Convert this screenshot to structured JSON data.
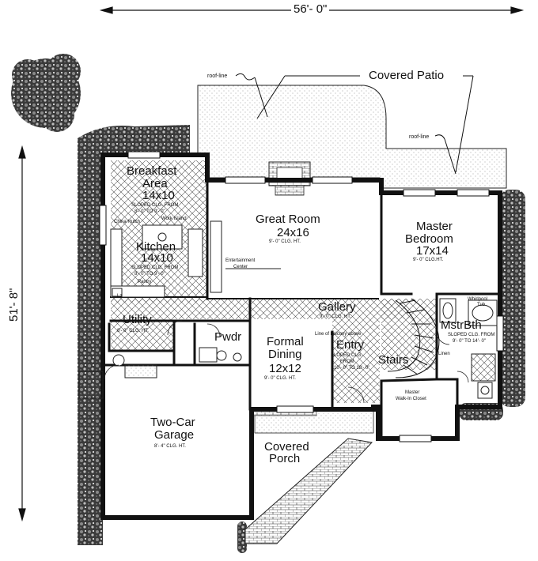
{
  "dimensions": {
    "width": "56'- 0\"",
    "depth": "51'- 8\""
  },
  "notes": {
    "roof_line": "roof-line",
    "covered_patio": "Covered Patio",
    "balcony_line": "Line of balcony above"
  },
  "rooms": {
    "breakfast": {
      "name1": "Breakfast",
      "name2": "Area",
      "size": "14x10",
      "ceiling1": "SLOPED CLG. FROM",
      "ceiling2": "8'- 0\" TO 9'- 0\""
    },
    "kitchen": {
      "name": "Kitchen",
      "size": "14x10",
      "ceiling1": "SLOPED CLG. FROM",
      "ceiling2": "8'- 0\" TO 9'- 0\"",
      "china_hutch": "China Hutch",
      "work_island": "Work Island",
      "pantry": "Pantry",
      "range": "Lz"
    },
    "great_room": {
      "name": "Great Room",
      "size": "24x16",
      "ceiling": "9'- 0\" CLG. HT.",
      "entertainment1": "Entertainment",
      "entertainment2": "Center"
    },
    "master_bedroom": {
      "name1": "Master",
      "name2": "Bedroom",
      "size": "17x14",
      "ceiling": "9'- 0\" CLG.HT."
    },
    "gallery": {
      "name": "Gallery",
      "ceiling": "9'- 0\" CLG. HT."
    },
    "utility": {
      "name": "Utility",
      "ceiling": "8'- 0\" CLG. HT."
    },
    "powder": {
      "name": "Pwdr"
    },
    "formal_dining": {
      "name1": "Formal",
      "name2": "Dining",
      "size": "12x12",
      "ceiling": "9'- 0\" CLG. HT."
    },
    "entry": {
      "name": "Entry",
      "ceiling1": "SLOPED CLG.",
      "ceiling2": "FROM",
      "ceiling3": "10'- 0\" TO 18'- 0\""
    },
    "stairs": {
      "name": "Stairs"
    },
    "master_bath": {
      "name": "MstrBth",
      "ceiling1": "SLOPED CLG. FROM",
      "ceiling2": "9'- 0\" TO 14'- 0\"",
      "whirlpool1": "Whirlpool",
      "whirlpool2": "Tub",
      "linen": "Linen"
    },
    "master_closet": {
      "name1": "Master",
      "name2": "Walk-In Closet"
    },
    "garage": {
      "name1": "Two-Car",
      "name2": "Garage",
      "ceiling": "8'- 4\" CLG. HT."
    },
    "covered_porch": {
      "name1": "Covered",
      "name2": "Porch"
    }
  }
}
